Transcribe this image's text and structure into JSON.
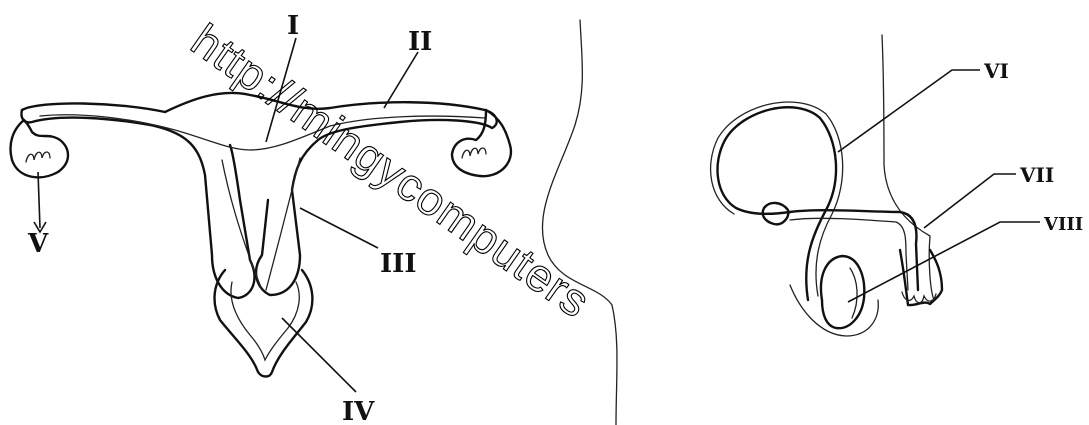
{
  "watermark": "http://mingycomputers",
  "labels": {
    "I": "I",
    "II": "II",
    "III": "III",
    "IV": "IV",
    "V": "V",
    "VI": "VI",
    "VII": "VII",
    "VIII": "VIII"
  }
}
